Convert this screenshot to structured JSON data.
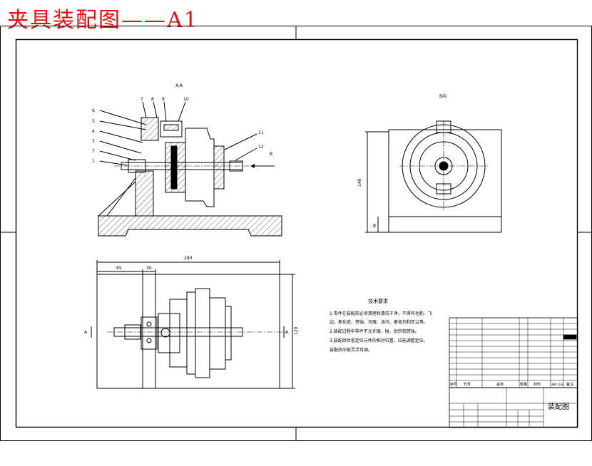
{
  "drawing_title": "夹具装配图——A1",
  "section_label": "A-A",
  "view_label": "B向",
  "arrow_label": "B",
  "part_numbers": [
    "1",
    "3",
    "4",
    "5",
    "6",
    "7",
    "8",
    "9",
    "10",
    "11",
    "12"
  ],
  "left_note": "?",
  "dims": {
    "overall_width": "280",
    "left_a": "65",
    "left_b": "30",
    "height_side": "140",
    "base_h": "40",
    "top_height": "120"
  },
  "section_mark": "A",
  "tech_req": {
    "title": "技术要求",
    "lines": [
      "1.零件在装配前必须清理和清洗干净，不得有毛刺、飞",
      "边、氧化皮、锈蚀、切屑、油污、着色剂和灰尘等。",
      "2.装配过程中零件不允许磕、碰、划伤和锈蚀。",
      "3.装配后检查定位元件的相对位置，应能调整定位。",
      "装配后应能灵活可调。"
    ]
  },
  "title_block": {
    "name": "装配图",
    "header": [
      "序号",
      "代号",
      "名称",
      "数量",
      "材料",
      "单件 总计",
      "备注"
    ]
  }
}
